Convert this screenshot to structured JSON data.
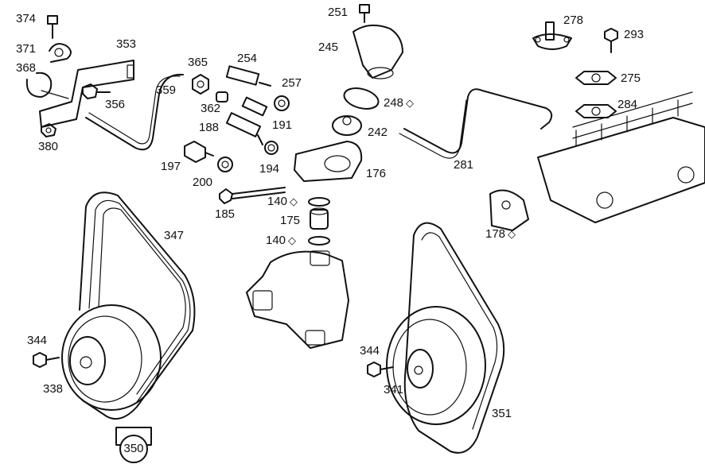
{
  "diagram": {
    "callouts": {
      "c374": "374",
      "c371": "371",
      "c368": "368",
      "c353": "353",
      "c356": "356",
      "c380": "380",
      "c359": "359",
      "c365": "365",
      "c254": "254",
      "c362": "362",
      "c257": "257",
      "c188": "188",
      "c191": "191",
      "c197": "197",
      "c200": "200",
      "c194": "194",
      "c185": "185",
      "c251": "251",
      "c245": "245",
      "c248": "248",
      "c242": "242",
      "c176": "176",
      "c140a": "140",
      "c175": "175",
      "c140b": "140",
      "c278": "278",
      "c293": "293",
      "c275": "275",
      "c284": "284",
      "c281": "281",
      "c178": "178",
      "c347": "347",
      "c344a": "344",
      "c338": "338",
      "c350": "350",
      "c344b": "344",
      "c341": "341",
      "c351": "351"
    },
    "symbols": {
      "s248": "◇",
      "s140a": "◇",
      "s140b": "◇",
      "s178": "◇"
    }
  }
}
